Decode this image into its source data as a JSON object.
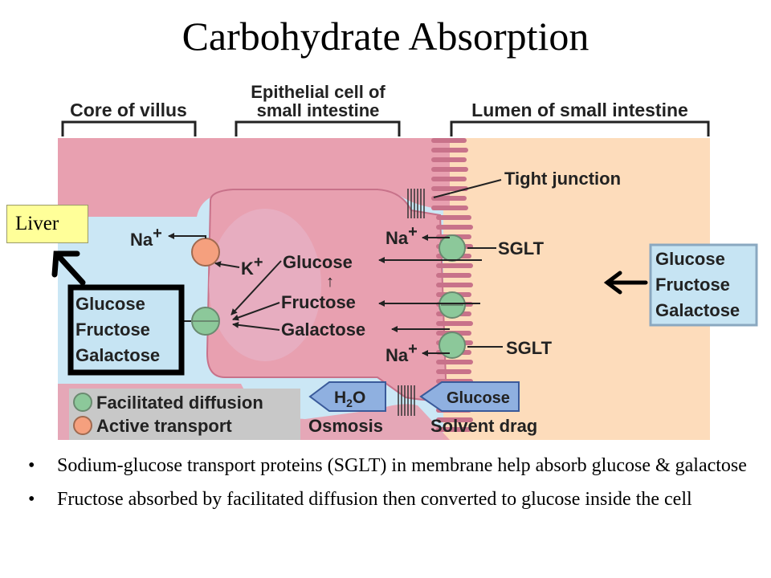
{
  "title": "Carbohydrate Absorption",
  "labels": {
    "core_of_villus": "Core of villus",
    "epithelial_line1": "Epithelial cell of",
    "epithelial_line2": "small intestine",
    "lumen": "Lumen of small intestine",
    "tight_junction": "Tight junction",
    "sglt_top": "SGLT",
    "sglt_bottom": "SGLT",
    "na_left": "Na",
    "na_right_top": "Na",
    "na_right_bottom": "Na",
    "plus": "+",
    "k": "K",
    "glucose_cell": "Glucose",
    "fructose_cell": "Fructose",
    "galactose_cell": "Galactose",
    "up_arrow": "↑",
    "water": "H",
    "water_sub": "2",
    "water_o": "O",
    "glucose_arrow": "Glucose",
    "osmosis": "Osmosis",
    "solvent_drag": "Solvent drag"
  },
  "left_box": [
    "Glucose",
    "Fructose",
    "Galactose"
  ],
  "right_box": [
    "Glucose",
    "Fructose",
    "Galactose"
  ],
  "legend": {
    "facilitated": "Facilitated diffusion",
    "active": "Active transport"
  },
  "liver": "Liver",
  "bullets": [
    "Sodium-glucose transport proteins (SGLT) in membrane help absorb glucose & galactose",
    "Fructose absorbed by facilitated diffusion then converted to glucose inside the cell"
  ],
  "bullet_symbol": "•",
  "colors": {
    "core_bg": "#cbe7f5",
    "lumen_bg": "#fddcbb",
    "cell": "#e8a0b0",
    "cell_dark": "#c8728a",
    "green_transporter": "#8cc89a",
    "orange_transporter": "#f5a07e",
    "box_blue": "#c6e4f3",
    "arrow_blue": "#8fb0e0"
  }
}
